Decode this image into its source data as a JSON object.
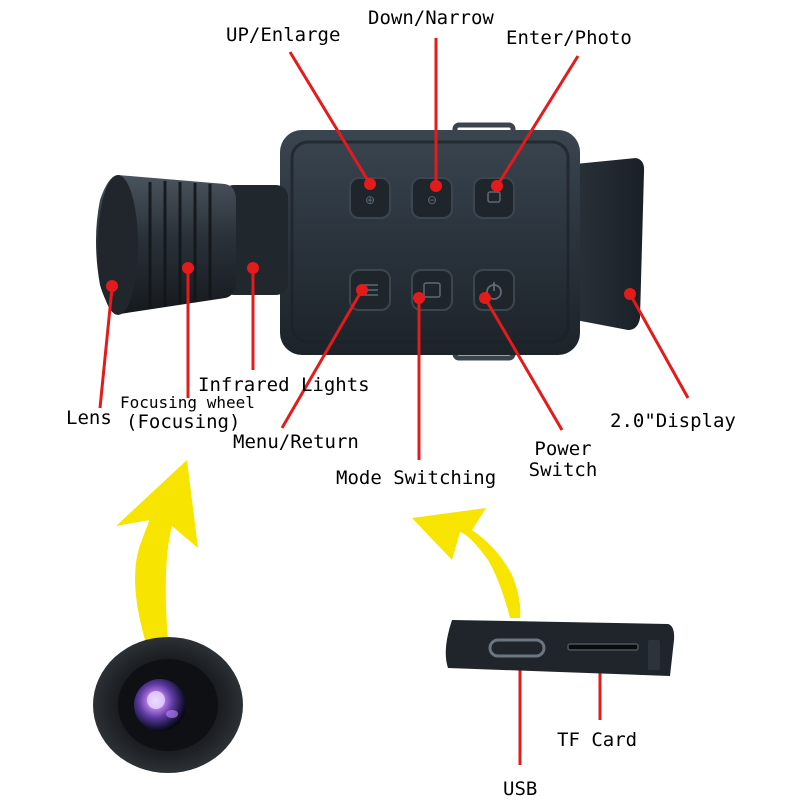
{
  "labels": {
    "up_enlarge": "UP/Enlarge",
    "down_narrow": "Down/Narrow",
    "enter_photo": "Enter/Photo",
    "infrared_lights": "Infrared Lights",
    "focusing_wheel_line1": "Focusing wheel",
    "focusing_wheel_line2": "(Focusing)",
    "lens": "Lens",
    "menu_return": "Menu/Return",
    "display": "2.0\"Display",
    "power_line1": "Power",
    "power_line2": "Switch",
    "mode_switching": "Mode Switching",
    "tf_card": "TF Card",
    "usb": "USB"
  },
  "colors": {
    "callout": "#e31b1b",
    "arrow": "#f7e400",
    "device": "#2a323b",
    "device_dark": "#141a20",
    "button": "#1f262d"
  },
  "icons": {
    "up_button": "plus-magnify-icon",
    "down_button": "minus-magnify-icon",
    "enter_button": "camera-photo-icon",
    "menu_button": "menu-icon",
    "mode_button": "mode-icon",
    "power_button": "power-icon"
  }
}
